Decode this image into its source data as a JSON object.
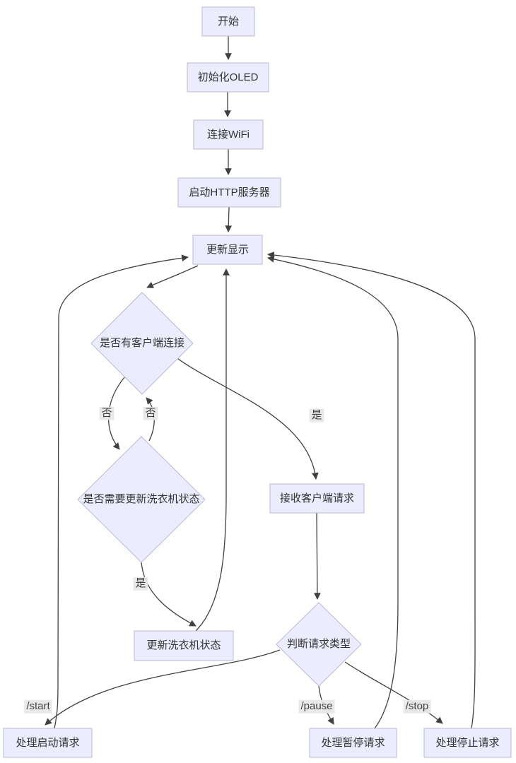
{
  "diagram": {
    "title": "ESP washing-machine HTTP server flowchart",
    "nodes": {
      "start": {
        "label": "开始"
      },
      "init_oled": {
        "label": "初始化OLED"
      },
      "connect_wifi": {
        "label": "连接WiFi"
      },
      "start_http": {
        "label": "启动HTTP服务器"
      },
      "update_display": {
        "label": "更新显示"
      },
      "client_connected": {
        "label": "是否有客户端连接"
      },
      "need_update_status": {
        "label": "是否需要更新洗衣机状态"
      },
      "update_washer_status": {
        "label": "更新洗衣机状态"
      },
      "receive_request": {
        "label": "接收客户端请求"
      },
      "judge_request_type": {
        "label": "判断请求类型"
      },
      "handle_start": {
        "label": "处理启动请求"
      },
      "handle_pause": {
        "label": "处理暂停请求"
      },
      "handle_stop": {
        "label": "处理停止请求"
      }
    },
    "edge_labels": {
      "no_to_statuscheck": "否",
      "no_to_clientcheck": "否",
      "yes_to_receive": "是",
      "yes_to_update": "是",
      "start_path": "/start",
      "pause_path": "/pause",
      "stop_path": "/stop"
    },
    "colors": {
      "node_fill": "#ECECFF",
      "node_border": "#b9b9d6",
      "edge": "#404040",
      "label_bg": "#e8e8e8",
      "text": "#333333"
    }
  }
}
